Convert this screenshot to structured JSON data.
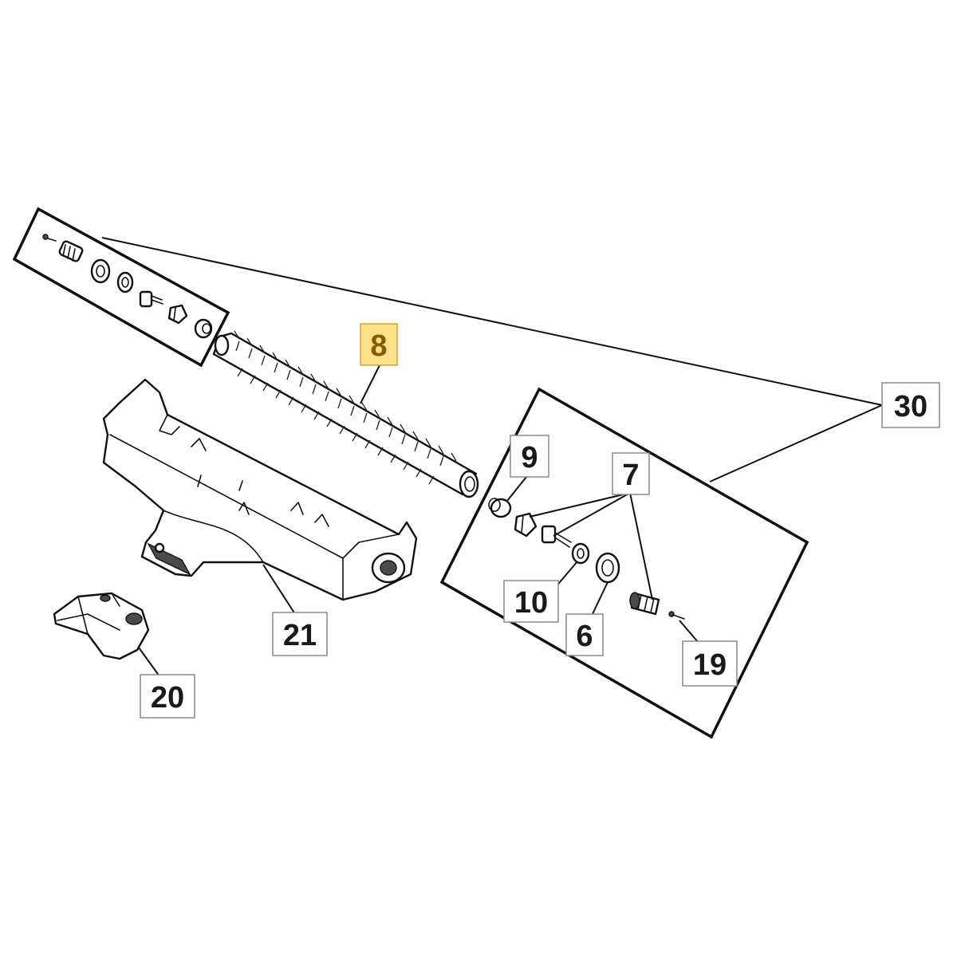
{
  "callouts": {
    "brush_roll": "8",
    "kit": "30",
    "bushing": "9",
    "bearing_group": "7",
    "washer": "10",
    "seal": "6",
    "screw": "19",
    "housing": "21",
    "bracket": "20"
  },
  "highlight_color": "#fde18a"
}
